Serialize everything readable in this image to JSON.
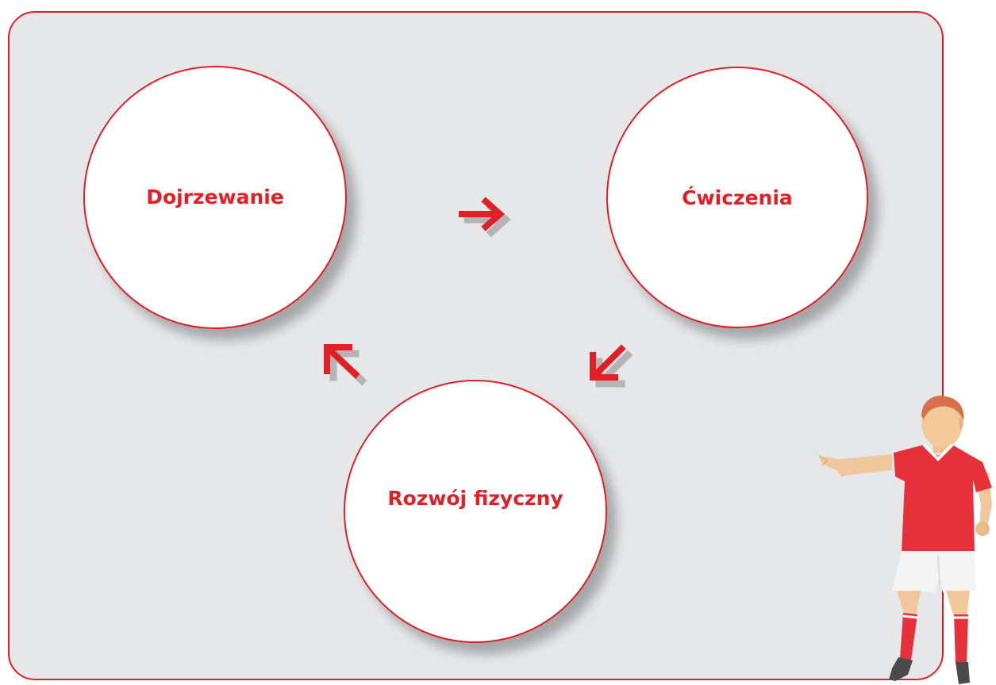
{
  "colors": {
    "accent": "#e21f26",
    "panel_background": "#e6e7e9",
    "node_fill": "#ffffff"
  },
  "nodes": [
    {
      "label": "Dojrzewanie"
    },
    {
      "label": "Ćwiczenia"
    },
    {
      "label": "Rozwój fizyczny"
    }
  ],
  "arrows": [
    {
      "from": "Dojrzewanie",
      "to": "Ćwiczenia",
      "direction": "right"
    },
    {
      "from": "Ćwiczenia",
      "to": "Rozwój fizyczny",
      "direction": "down-left"
    },
    {
      "from": "Rozwój fizyczny",
      "to": "Dojrzewanie",
      "direction": "up-left"
    }
  ],
  "illustration": {
    "icon": "football-player-icon"
  }
}
